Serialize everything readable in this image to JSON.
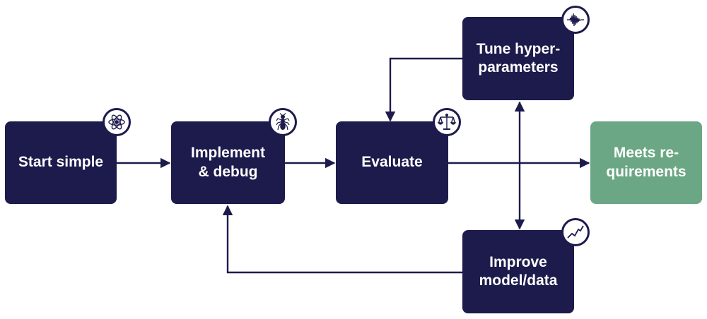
{
  "colors": {
    "node_dark": "#1d1b4c",
    "node_success": "#6ba784",
    "arrow": "#1d1b4c"
  },
  "nodes": {
    "start": {
      "label": "Start simple",
      "icon": "atom-icon"
    },
    "implement": {
      "label": "Implement\n& debug",
      "icon": "ant-icon"
    },
    "evaluate": {
      "label": "Evaluate",
      "icon": "scales-icon"
    },
    "tune": {
      "label": "Tune hyper-\nparameters",
      "icon": "waveform-icon"
    },
    "improve": {
      "label": "Improve\nmodel/data",
      "icon": "trend-line-icon"
    },
    "meets": {
      "label": "Meets re-\nquirements"
    }
  }
}
